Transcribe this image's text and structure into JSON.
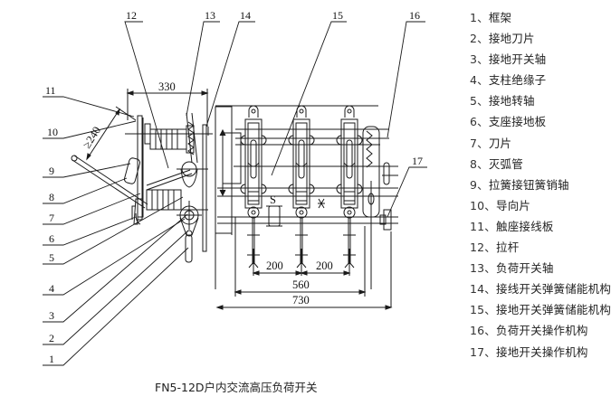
{
  "figure": {
    "caption": "FN5-12D户内交流高压负荷开关",
    "callout_numbers": [
      "1",
      "2",
      "3",
      "4",
      "5",
      "6",
      "7",
      "8",
      "9",
      "10",
      "11",
      "12",
      "13",
      "14",
      "15",
      "16",
      "17"
    ],
    "dimensions": {
      "width_330": "330",
      "clearance_240": "≥240",
      "pitch_left": "200",
      "pitch_right": "200",
      "span_560": "560",
      "overall_730": "730",
      "symbol_s": "S"
    }
  },
  "legend": {
    "items": [
      {
        "index": "1、",
        "label": "框架"
      },
      {
        "index": "2、",
        "label": "接地刀片"
      },
      {
        "index": "3、",
        "label": "接地开关轴"
      },
      {
        "index": "4、",
        "label": "支柱绝缘子"
      },
      {
        "index": "5、",
        "label": "接地转轴"
      },
      {
        "index": "6、",
        "label": "支座接地板"
      },
      {
        "index": "7、",
        "label": "刀片"
      },
      {
        "index": "8、",
        "label": "灭弧管"
      },
      {
        "index": "9、",
        "label": "拉簧接钮簧销轴"
      },
      {
        "index": "10、",
        "label": "导向片"
      },
      {
        "index": "11、",
        "label": "触座接线板"
      },
      {
        "index": "12、",
        "label": "拉杆"
      },
      {
        "index": "13、",
        "label": "负荷开关轴"
      },
      {
        "index": "14、",
        "label": "接线开关弹簧储能机构"
      },
      {
        "index": "15、",
        "label": "接地开关弹簧储能机构"
      },
      {
        "index": "16、",
        "label": "负荷开关操作机构"
      },
      {
        "index": "17、",
        "label": "接地开关操作机构"
      }
    ]
  }
}
